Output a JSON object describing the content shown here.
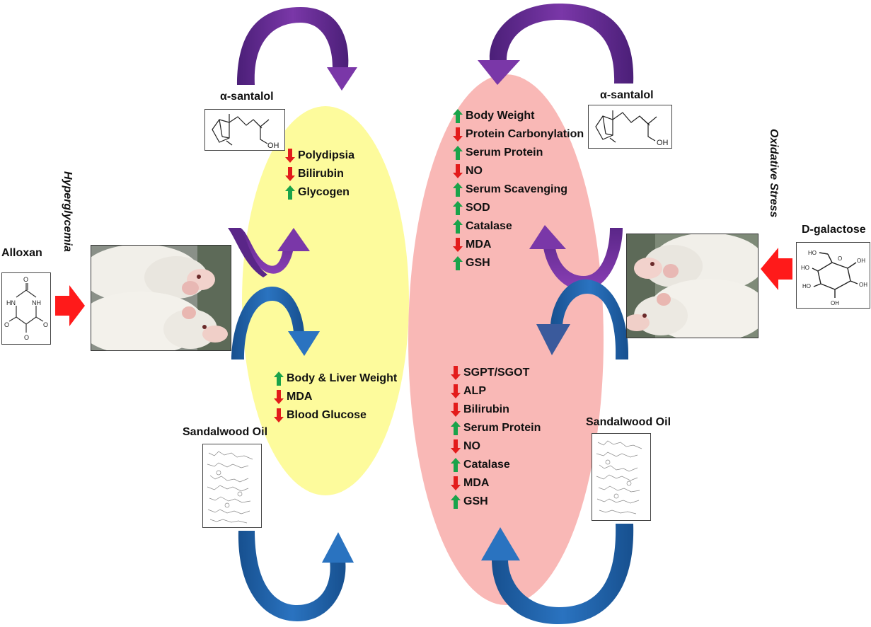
{
  "left_panel": {
    "stressor": "Alloxan",
    "condition": "Hyperglycemia",
    "compound_top": "α-santalol",
    "compound_bottom": "Sandalwood Oil",
    "top_effects": [
      {
        "label": "Polydipsia",
        "direction": "down"
      },
      {
        "label": "Bilirubin",
        "direction": "down"
      },
      {
        "label": "Glycogen",
        "direction": "up"
      }
    ],
    "bottom_effects": [
      {
        "label": "Body  & Liver Weight",
        "direction": "up"
      },
      {
        "label": "MDA",
        "direction": "down"
      },
      {
        "label": "Blood Glucose",
        "direction": "down"
      }
    ]
  },
  "right_panel": {
    "stressor": "D-galactose",
    "condition": "Oxidative Stress",
    "compound_top": "α-santalol",
    "compound_bottom": "Sandalwood Oil",
    "top_effects": [
      {
        "label": "Body Weight",
        "direction": "up"
      },
      {
        "label": "Protein Carbonylation",
        "direction": "down"
      },
      {
        "label": "Serum Protein",
        "direction": "up"
      },
      {
        "label": "NO",
        "direction": "down"
      },
      {
        "label": "Serum Scavenging",
        "direction": "up"
      },
      {
        "label": "SOD",
        "direction": "up"
      },
      {
        "label": "Catalase",
        "direction": "up"
      },
      {
        "label": "MDA",
        "direction": "down"
      },
      {
        "label": "GSH",
        "direction": "up"
      }
    ],
    "bottom_effects": [
      {
        "label": "SGPT/SGOT",
        "direction": "down"
      },
      {
        "label": "ALP",
        "direction": "down"
      },
      {
        "label": "Bilirubin",
        "direction": "down"
      },
      {
        "label": "Serum Protein",
        "direction": "up"
      },
      {
        "label": "NO",
        "direction": "down"
      },
      {
        "label": "Catalase",
        "direction": "up"
      },
      {
        "label": "MDA",
        "direction": "down"
      },
      {
        "label": "GSH",
        "direction": "up"
      }
    ]
  },
  "structure_atoms": {
    "hydroxyl": "OH",
    "hydroxyl_left": "HO",
    "carbonyl_oxygen": "O",
    "amine": "NH",
    "amine_h": "HN",
    "ring_oxygen": "O"
  },
  "colors": {
    "yellow_ellipse": "#fdfb9c",
    "pink_ellipse": "#f9b8b6",
    "purple_arrow": "#6a2d95",
    "blue_arrow": "#1f5fa5",
    "red_arrow": "#ff1a1a",
    "up_arrow": "#19a34a",
    "down_arrow": "#e31b1b"
  }
}
